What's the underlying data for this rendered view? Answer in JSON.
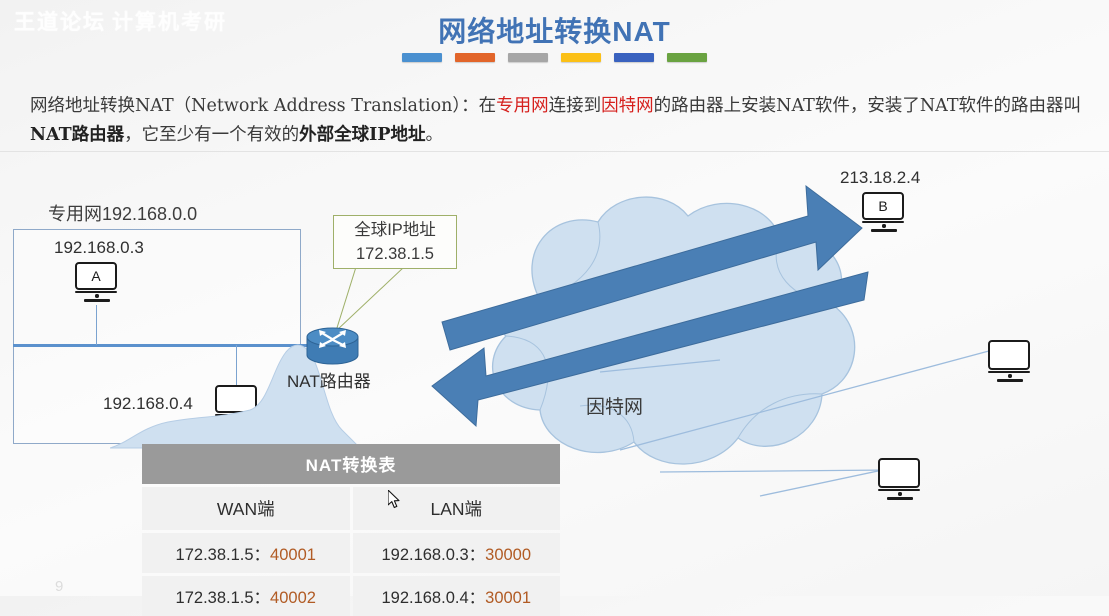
{
  "watermark": {
    "text": "王道论坛",
    "ghost": "计算机考研"
  },
  "slide": {
    "title": "网络地址转换NAT",
    "accent_color": "#4173b5",
    "rule_colors": [
      "#4a90d0",
      "#e2652a",
      "#a6a6a6",
      "#fbc016",
      "#3a62bf",
      "#6aa341"
    ]
  },
  "paragraph": {
    "p1": "网络地址转换NAT（Network Address Translation）：",
    "p2": "在",
    "red1": "专用网",
    "p3": "连接到",
    "red2": "因特网",
    "p4": "的路由器上安装NAT软件，安装了NAT软件的路由器叫",
    "bold1": "NAT路由器",
    "p5": "，它至少有一个有效的",
    "bold2": "外部全球IP地址",
    "p6": "。"
  },
  "diagram": {
    "lan_label": "专用网192.168.0.0",
    "host_a_ip": "192.168.0.3",
    "host_a_name": "A",
    "host_lan2_ip": "192.168.0.4",
    "host_b_ip": "213.18.2.4",
    "host_b_name": "B",
    "router_label": "NAT路由器",
    "callout_line1": "全球IP地址",
    "callout_line2": "172.38.1.5",
    "cloud_label": "因特网",
    "callout_border_color": "#9fb069",
    "arrow_color": "#4a7fb5",
    "cloud_fill": "#cfe0f0"
  },
  "nat_table": {
    "title": "NAT转换表",
    "headers": [
      "WAN端",
      "LAN端"
    ],
    "rows": [
      {
        "wan_ip": "172.38.1.5：",
        "wan_port": "40001",
        "lan_ip": "192.168.0.3：",
        "lan_port": "30000"
      },
      {
        "wan_ip": "172.38.1.5：",
        "wan_port": "40002",
        "lan_ip": "192.168.0.4：",
        "lan_port": "30001"
      }
    ],
    "header_bg": "#9a9a9a",
    "port_color": "#b15b24"
  },
  "stray": "9"
}
